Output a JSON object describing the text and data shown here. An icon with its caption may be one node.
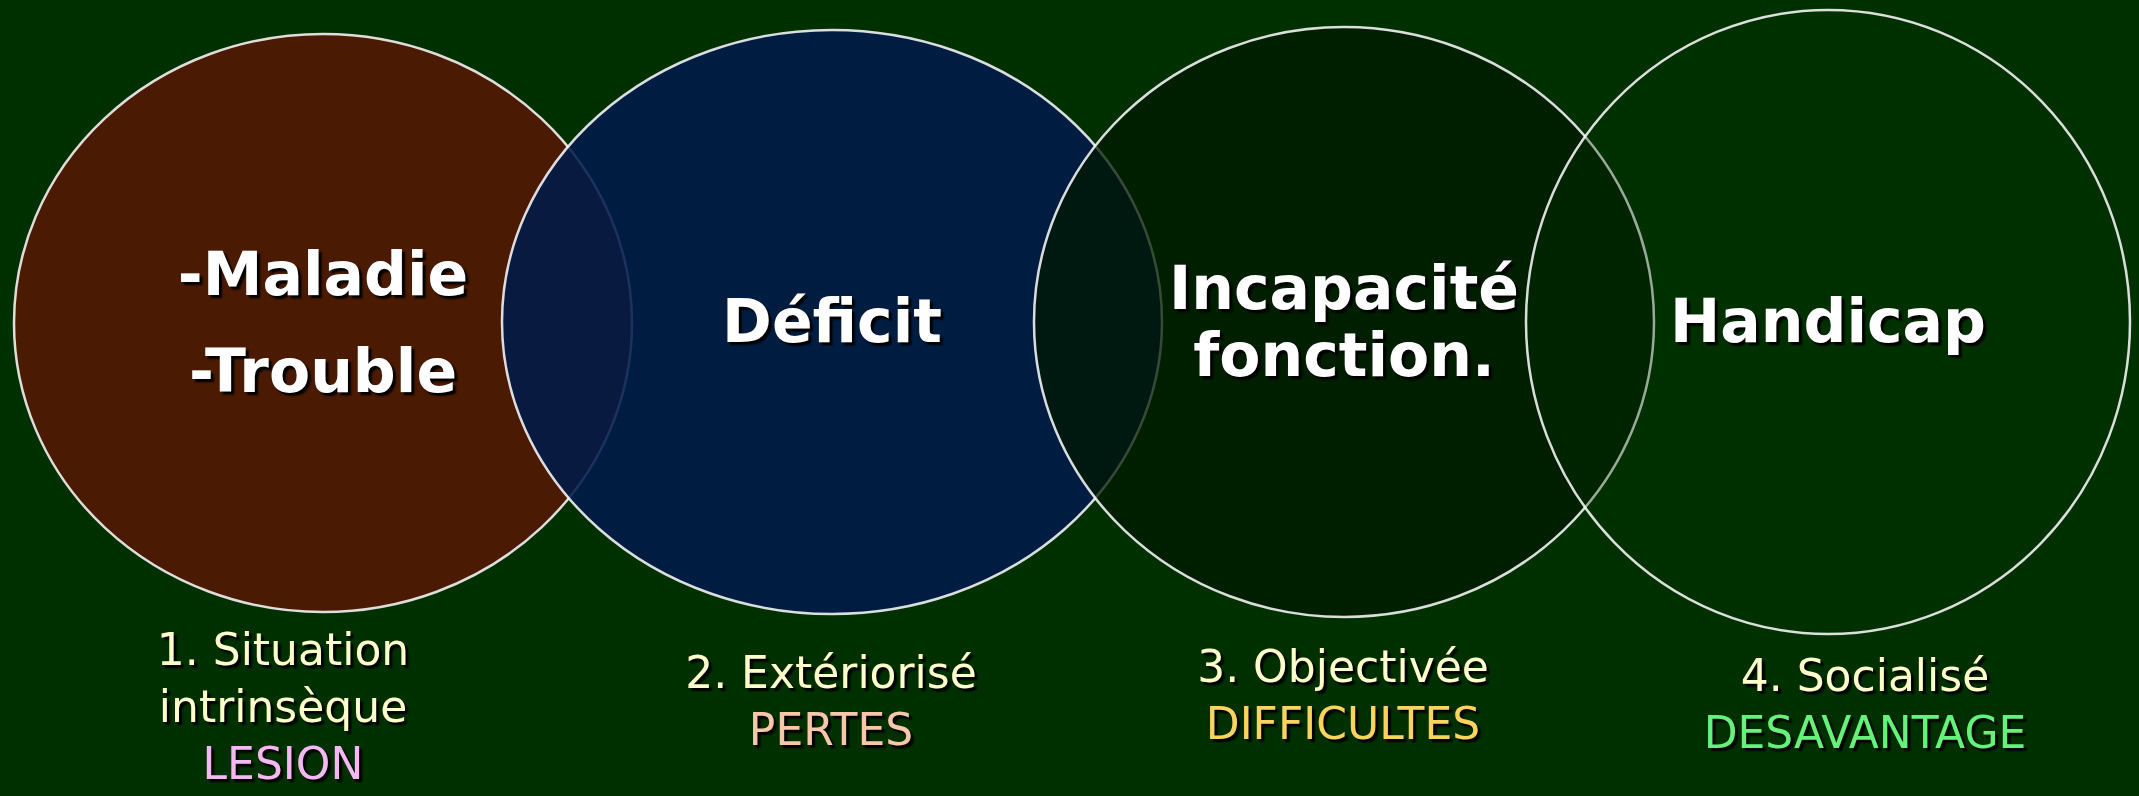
{
  "diagram": {
    "nodes": [
      {
        "text": [
          "-Maladie",
          "-Trouble"
        ],
        "beside": [
          "1. Situation intrinsèque",
          "LESION"
        ]
      },
      {
        "text": [
          "Déficit"
        ],
        "beside": [
          "2. Extériorisé",
          "PERTES"
        ]
      },
      {
        "text": [
          "Incapacité fonction."
        ],
        "beside": [
          "3. Objectivée",
          "DIFFICULTES"
        ]
      },
      {
        "text": [
          "Handicap"
        ],
        "beside": [
          "4. Socialisé",
          "DESAVANTAGE"
        ]
      }
    ]
  }
}
